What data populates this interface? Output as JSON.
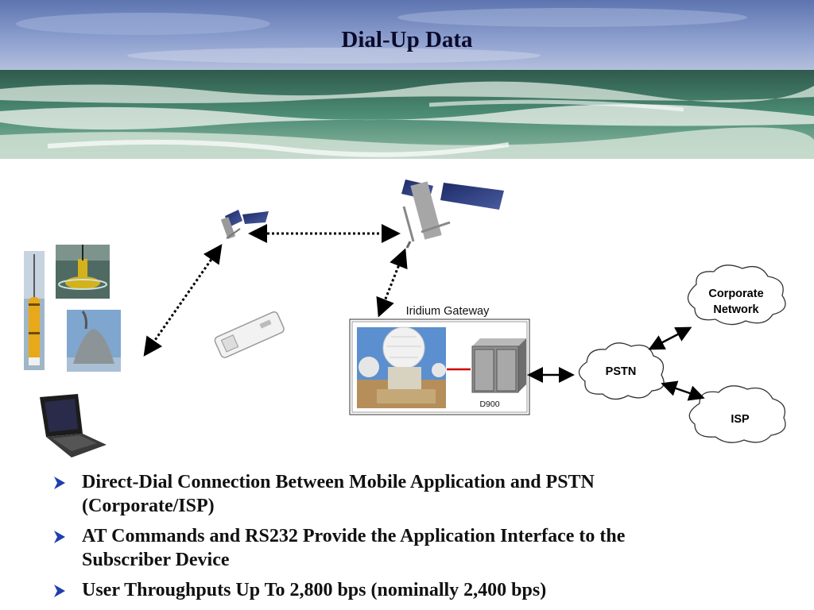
{
  "title": "Dial-Up Data",
  "diagram": {
    "gateway_label": "Iridium Gateway",
    "switch_label": "D900",
    "pstn_label": "PSTN",
    "corporate_label_line1": "Corporate",
    "corporate_label_line2": "Network",
    "isp_label": "ISP"
  },
  "bullets": [
    {
      "line1": "Direct-Dial Connection Between Mobile Application and PSTN",
      "line2": "(Corporate/ISP)"
    },
    {
      "line1": "AT Commands and RS232 Provide the Application Interface to the",
      "line2": "Subscriber Device"
    },
    {
      "line1": "User Throughputs Up To 2,800 bps (nominally 2,400 bps)",
      "line2": ""
    }
  ],
  "colors": {
    "bullet_arrow": "#1f3fb0",
    "link_red": "#cc0000",
    "banner_sky": "#7f93c4",
    "banner_sea": "#3f8a72"
  },
  "icons": [
    "satellite-icon",
    "buoy-icon",
    "modem-icon",
    "laptop-icon",
    "satellite-dish-icon",
    "switch-rack-icon",
    "cloud-icon",
    "bullet-arrow-icon"
  ]
}
